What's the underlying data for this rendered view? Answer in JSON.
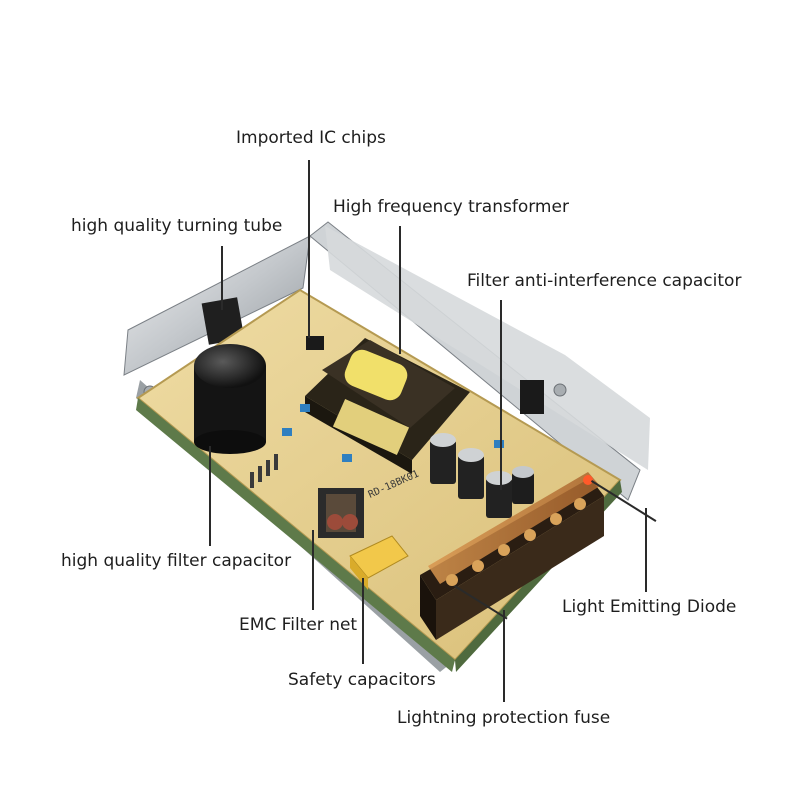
{
  "labels": {
    "ic_chips": "Imported IC chips",
    "transformer": "High frequency transformer",
    "turning_tube": "high quality turning tube",
    "filter_capacitor_ai": "Filter anti-interference capacitor",
    "filter_capacitor": "high quality filter capacitor",
    "led": "Light Emitting Diode",
    "emc_filter": "EMC Filter net",
    "safety_capacitors": "Safety capacitors",
    "fuse": "Lightning protection fuse"
  },
  "board_marking": "RD-18BK01",
  "colors": {
    "board": "#e6cf8f",
    "casing": "#c8ccd0",
    "terminal": "#3a2a1a",
    "terminal_cover": "#c98a4a",
    "transformer_coil": "#f1e06a",
    "text": "#1e1e1e"
  }
}
